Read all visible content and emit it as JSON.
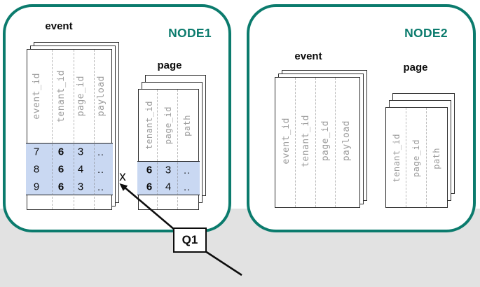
{
  "nodes": [
    {
      "label": "NODE1",
      "tables": [
        {
          "title": "event",
          "columns": [
            "event_id",
            "tenant_id",
            "page_id",
            "payload"
          ],
          "rows": [
            [
              "7",
              "6",
              "3",
              ".."
            ],
            [
              "8",
              "6",
              "4",
              ".."
            ],
            [
              "9",
              "6",
              "3",
              ".."
            ]
          ],
          "bold_column": "tenant_id"
        },
        {
          "title": "page",
          "columns": [
            "tenant_id",
            "page_id",
            "path"
          ],
          "rows": [
            [
              "6",
              "3",
              ".."
            ],
            [
              "6",
              "4",
              ".."
            ]
          ],
          "bold_column": "tenant_id"
        }
      ]
    },
    {
      "label": "NODE2",
      "tables": [
        {
          "title": "event",
          "columns": [
            "event_id",
            "tenant_id",
            "page_id",
            "payload"
          ],
          "rows": []
        },
        {
          "title": "page",
          "columns": [
            "tenant_id",
            "page_id",
            "path"
          ],
          "rows": []
        }
      ]
    }
  ],
  "annotations": {
    "join_marker": "x",
    "query_label": "Q1"
  },
  "colors": {
    "accent_teal": "#0b7b6d",
    "row_highlight": "#c9d8f2",
    "floor_gray": "#e2e2e2"
  }
}
